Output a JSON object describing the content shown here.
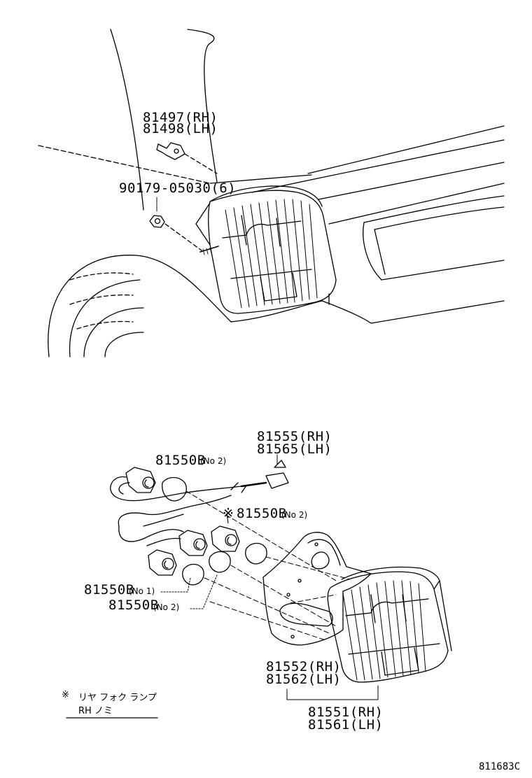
{
  "labels": {
    "p81497": "81497(RH)",
    "p81498": "81498(LH)",
    "p90179": "90179-05030(6)",
    "p81555": "81555(RH)",
    "p81565": "81565(LH)",
    "p81550b_a": "81550B",
    "p81550b_a_sub": "(No 2)",
    "p81550b_b_mark": "※",
    "p81550b_b": "81550B",
    "p81550b_b_sub": "(No 2)",
    "p81550b_c": "81550B",
    "p81550b_c_sub": "(No 1)",
    "p81550b_d": "81550B",
    "p81550b_d_sub": "(No 2)",
    "p81552": "81552(RH)",
    "p81562": "81562(LH)",
    "p81551": "81551(RH)",
    "p81561": "81561(LH)"
  },
  "legend": {
    "mark": "※",
    "line1": "リヤ フォク ランプ",
    "line2": "RH ノミ"
  },
  "diagram_code": "811683C"
}
